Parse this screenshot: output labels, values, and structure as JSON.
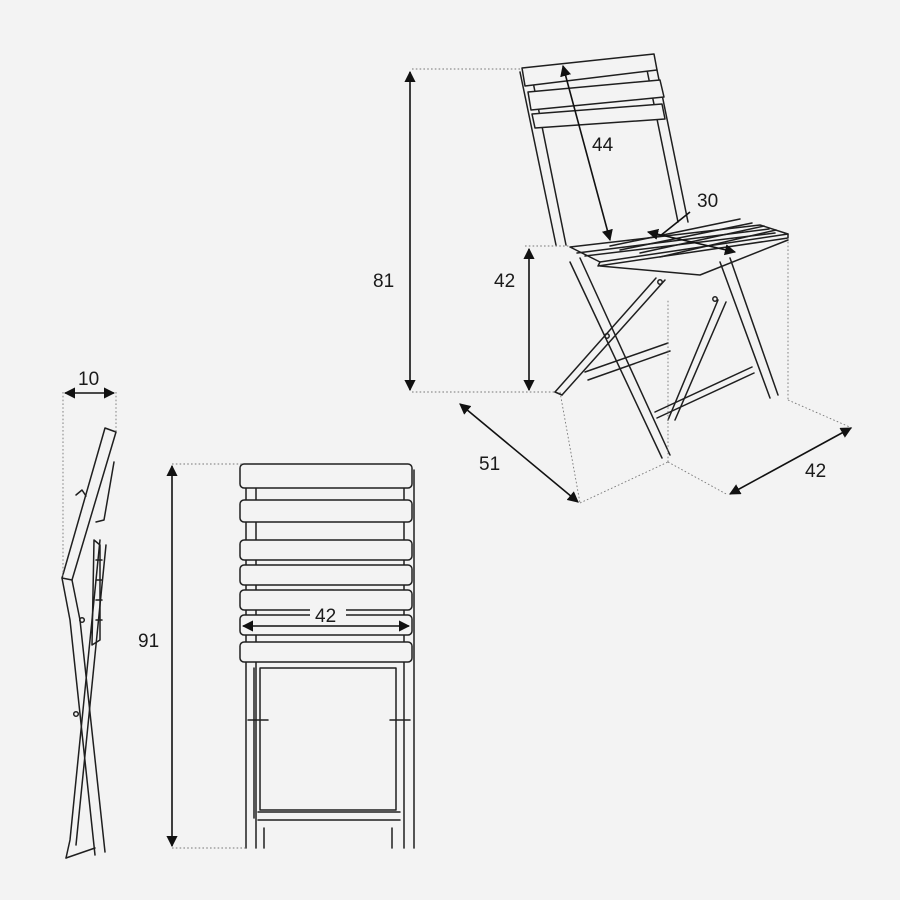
{
  "dimensions": {
    "height_total": "81",
    "seat_height": "42",
    "backrest_height": "44",
    "seat_depth": "30",
    "overall_depth": "51",
    "overall_width": "42",
    "folded_thickness": "10",
    "folded_height": "91",
    "folded_width": "42"
  }
}
